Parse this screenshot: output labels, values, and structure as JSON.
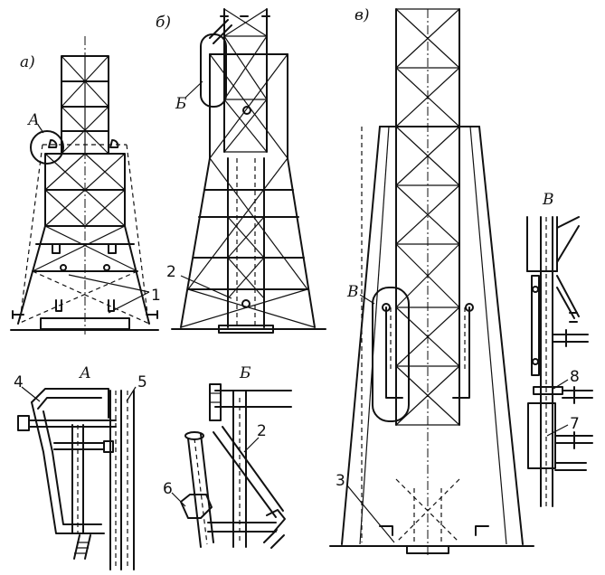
{
  "labels": {
    "panel_a": "а)",
    "panel_b": "б)",
    "panel_v": "в)",
    "callout_A": "А",
    "callout_B": "Б",
    "callout_V": "В",
    "detail_A": "А",
    "detail_B": "Б",
    "detail_V": "В"
  },
  "numbers": {
    "n1": "1",
    "n2a": "2",
    "n2b": "2",
    "n3": "3",
    "n4": "4",
    "n5": "5",
    "n6": "6",
    "n7": "7",
    "n8": "8"
  }
}
